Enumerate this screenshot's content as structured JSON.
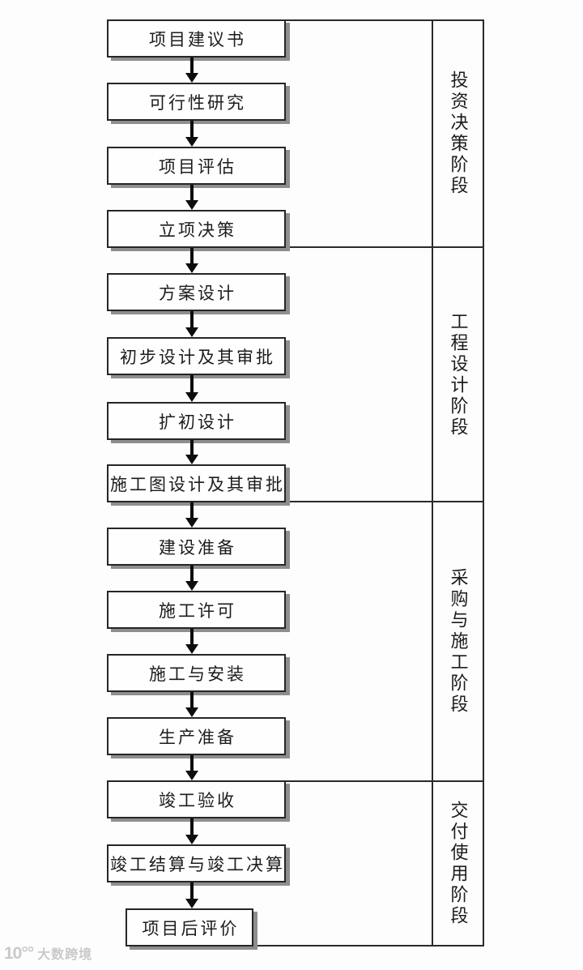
{
  "flowchart": {
    "boxes": [
      {
        "label": "项目建议书"
      },
      {
        "label": "可行性研究"
      },
      {
        "label": "项目评估"
      },
      {
        "label": "立项决策"
      },
      {
        "label": "方案设计"
      },
      {
        "label": "初步设计及其审批"
      },
      {
        "label": "扩初设计"
      },
      {
        "label": "施工图设计及其审批"
      },
      {
        "label": "建设准备"
      },
      {
        "label": "施工许可"
      },
      {
        "label": "施工与安装"
      },
      {
        "label": "生产准备"
      },
      {
        "label": "竣工验收"
      },
      {
        "label": "竣工结算与竣工决算"
      },
      {
        "label": "项目后评价"
      }
    ],
    "stages": [
      {
        "label": "投资决策阶段"
      },
      {
        "label": "工程设计阶段"
      },
      {
        "label": "采购与施工阶段"
      },
      {
        "label": "交付使用阶段"
      }
    ]
  },
  "watermark": {
    "logo": "10°°",
    "text": "大数跨境"
  },
  "colors": {
    "line": "#2a2a2a",
    "box_border": "#262626",
    "box_fill": "#fefefe",
    "box_shadow": "#8e8e8e",
    "arrow": "#0d0d0d",
    "text": "#1c1c1c",
    "watermark": "#c9c9c9",
    "background": "#fdfdfd"
  }
}
